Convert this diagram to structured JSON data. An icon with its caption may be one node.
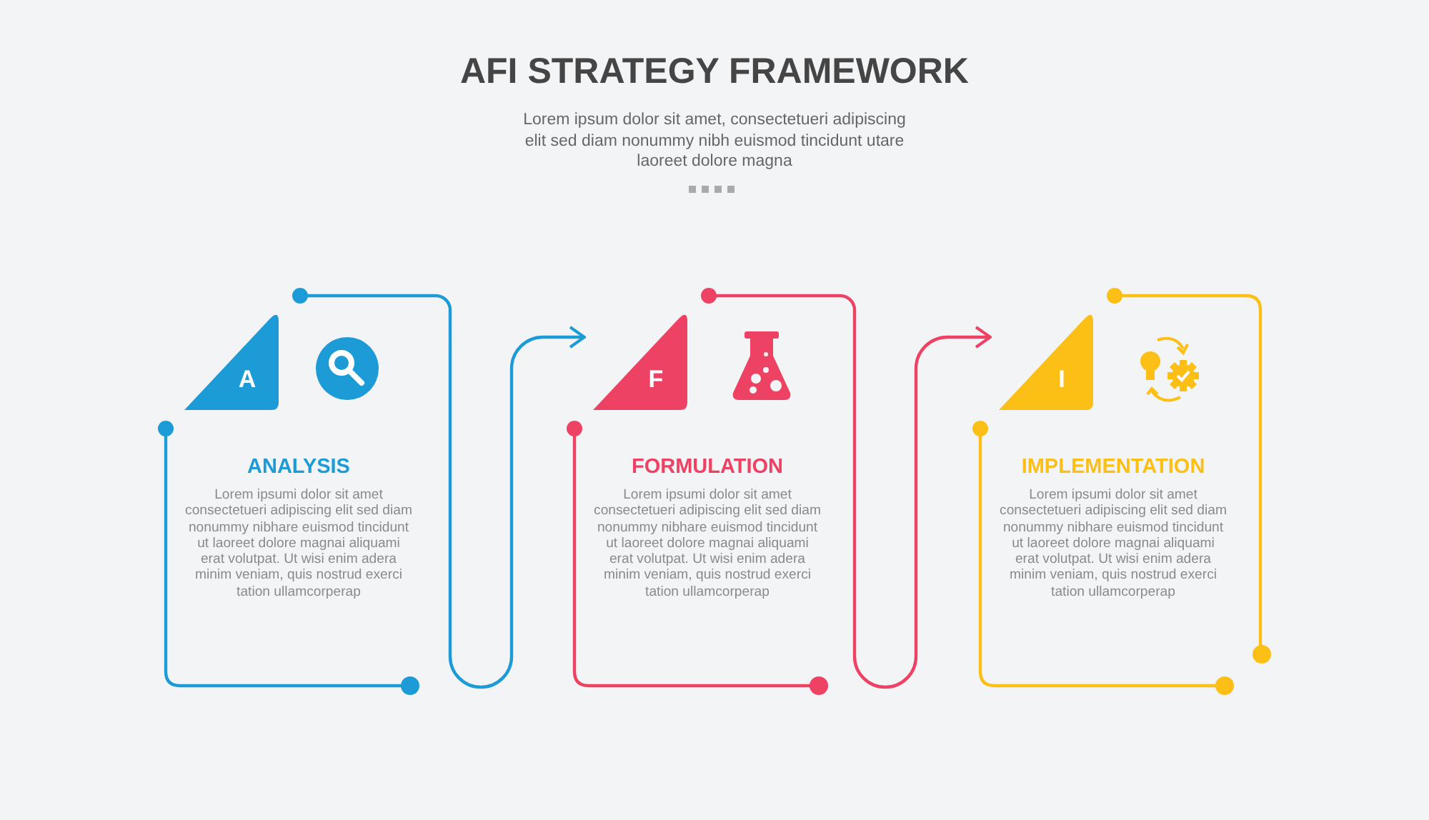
{
  "diagram": {
    "title": "AFI STRATEGY FRAMEWORK",
    "nodes": [
      {
        "text": [
          "ANALYSIS",
          "Lorem ipsumi dolor sit amet consectetueri adipiscing elit sed diam nonummy nibhare euismod tincidunt ut laoreet dolore magnai aliquami erat volutpat. Ut wisi enim adera minim veniam, quis nostrud exerci tation ullamcorperap"
        ]
      },
      {
        "text": [
          "A"
        ],
        "in": 0
      },
      {
        "text": [
          "FORMULATION",
          "Lorem ipsumi dolor sit amet consectetueri adipiscing elit sed diam nonummy nibhare euismod tincidunt ut laoreet dolore magnai aliquami erat volutpat. Ut wisi enim adera minim veniam, quis nostrud exerci tation ullamcorperap"
        ]
      },
      {
        "text": [
          "F"
        ],
        "in": 2
      },
      {
        "text": [
          "IMPLEMENTATION",
          "Lorem ipsumi dolor sit amet consectetueri adipiscing elit sed diam nonummy nibhare euismod tincidunt ut laoreet dolore magnai aliquami erat volutpat. Ut wisi enim adera minim veniam, quis nostrud exerci tation ullamcorperap"
        ]
      },
      {
        "text": [
          "I"
        ],
        "in": 4
      }
    ],
    "edges": [
      {
        "from": 0,
        "to": 3,
        "arrow": "to",
        "color": "#1d9bd7"
      },
      {
        "from": 2,
        "to": 5,
        "arrow": "to",
        "color": "#ee4264"
      }
    ],
    "labels": [
      "Lorem ipsum dolor sit amet, consectetueri adipiscing elit sed diam nonummy nibh euismod tincidunt utare laoreet dolore magna"
    ]
  }
}
